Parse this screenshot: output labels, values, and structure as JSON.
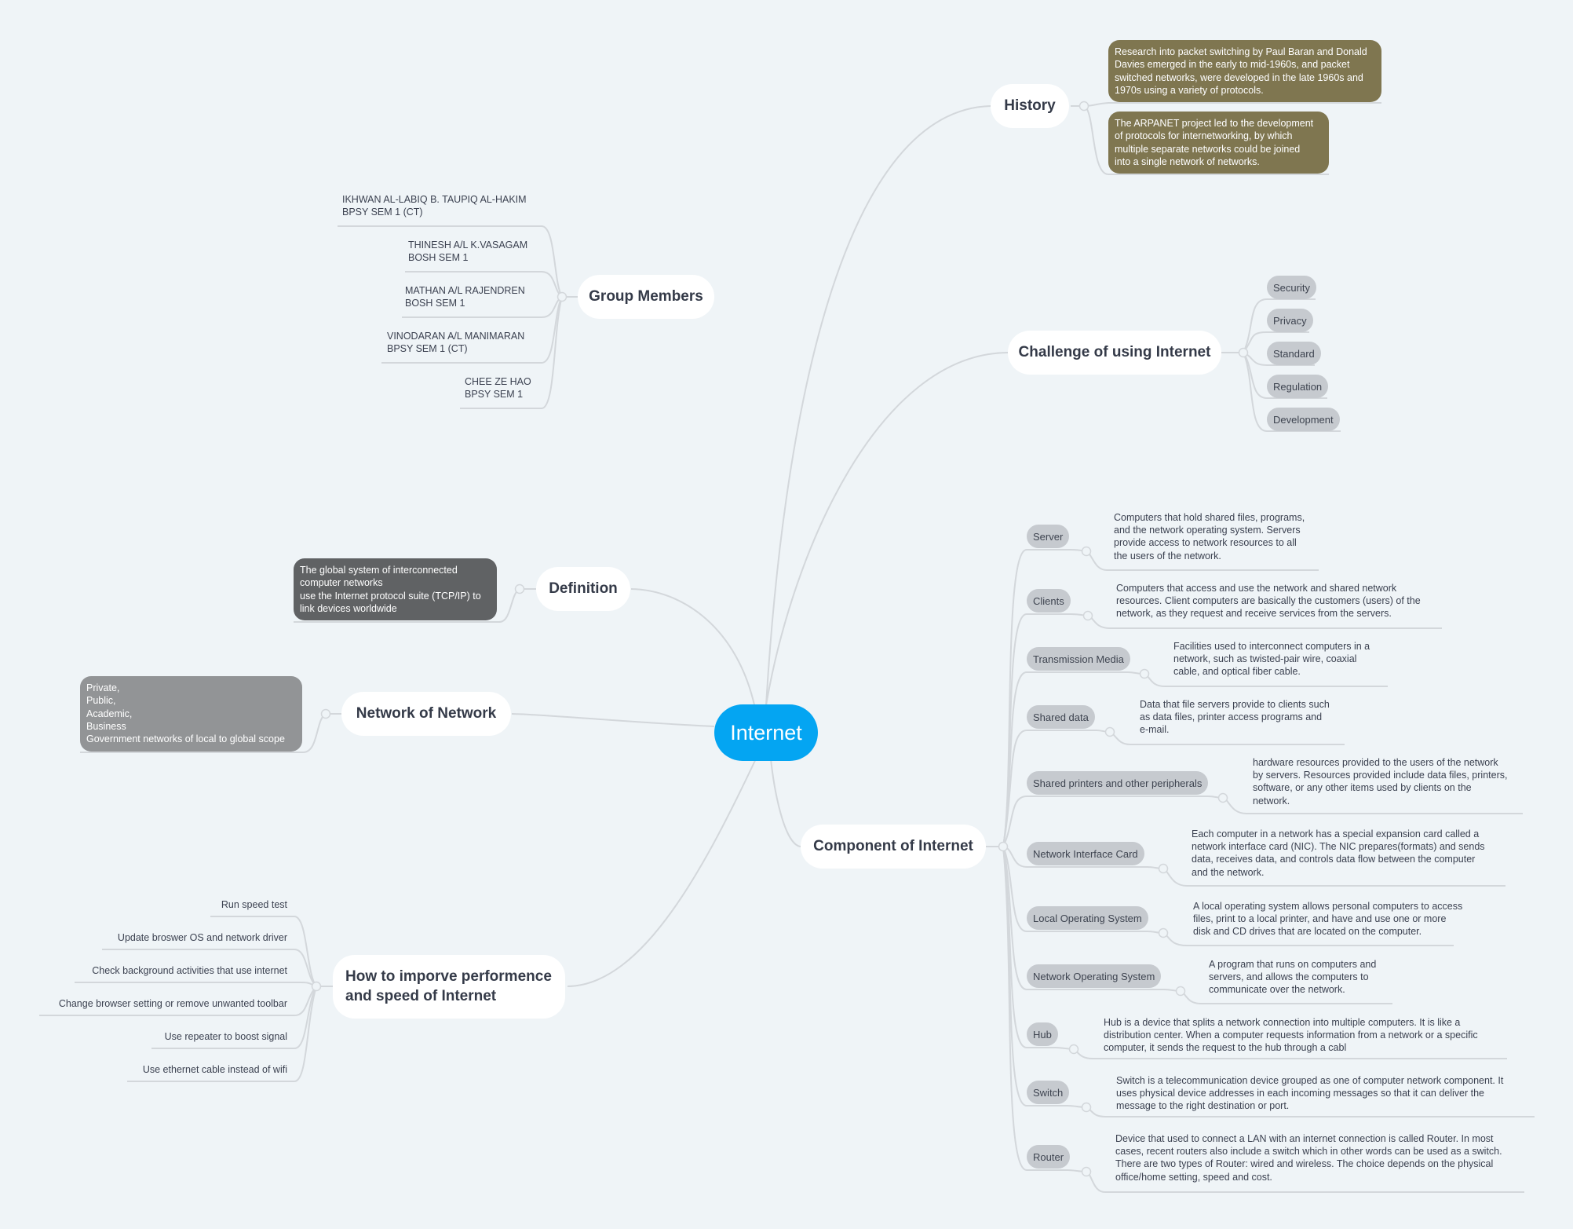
{
  "root": {
    "label": "Internet"
  },
  "history": {
    "label": "History",
    "items": [
      "Research into packet switching by Paul Baran and Donald\nDavies emerged in the early to mid-1960s, and packet\nswitched networks, were developed in the late 1960s and\n1970s using a variety of protocols.",
      "The ARPANET project led to the development\nof protocols for internetworking, by which\nmultiple separate networks could be joined\ninto a single network of networks."
    ]
  },
  "challenge": {
    "label": "Challenge of using Internet",
    "items": [
      "Security",
      "Privacy",
      "Standard",
      "Regulation",
      "Development"
    ]
  },
  "group": {
    "label": "Group Members",
    "members": [
      "IKHWAN AL-LABIQ B. TAUPIQ AL-HAKIM\nBPSY SEM 1 (CT)",
      "THINESH A/L K.VASAGAM\nBOSH SEM 1",
      "MATHAN A/L RAJENDREN\nBOSH SEM 1",
      "VINODARAN A/L MANIMARAN\nBPSY SEM 1 (CT)",
      "CHEE ZE HAO\nBPSY SEM 1"
    ]
  },
  "definition": {
    "label": "Definition",
    "text": "The global system of interconnected\ncomputer networks\nuse the Internet protocol suite (TCP/IP) to\nlink devices worldwide"
  },
  "network": {
    "label": "Network of Network",
    "text": "Private,\nPublic,\nAcademic,\nBusiness\nGovernment networks of local to global scope"
  },
  "improve": {
    "label": "How  to imporve performence\nand speed of Internet",
    "items": [
      "Run speed test",
      "Update broswer OS and network driver",
      "Check background activities that use internet",
      "Change browser setting or remove unwanted toolbar",
      "Use repeater to boost signal",
      "Use ethernet cable instead of wifi"
    ]
  },
  "component": {
    "label": "Component of Internet",
    "items": [
      {
        "name": "Server",
        "desc": "Computers that hold shared files, programs,\nand the network operating system. Servers\nprovide access to network resources to all\nthe users of the network."
      },
      {
        "name": "Clients",
        "desc": "Computers that access and use the network and shared network\nresources. Client computers are basically the customers (users) of the\nnetwork, as they request and receive services from the servers."
      },
      {
        "name": "Transmission Media",
        "desc": "Facilities used to interconnect computers in a\nnetwork, such as twisted-pair wire, coaxial\ncable, and optical fiber cable."
      },
      {
        "name": "Shared data",
        "desc": "Data that file servers provide to clients such\nas data files, printer access programs and\ne-mail."
      },
      {
        "name": "Shared printers and other peripherals",
        "desc": "hardware resources provided to the users of the network\nby servers. Resources provided include data files, printers,\nsoftware, or any other items used by clients on the\nnetwork."
      },
      {
        "name": "Network Interface Card",
        "desc": "Each computer in a network has a special expansion card called a\nnetwork interface card (NIC). The NIC prepares(formats) and sends\ndata, receives data, and controls data flow between the computer\nand the network."
      },
      {
        "name": "Local Operating System",
        "desc": "A local operating system allows personal computers to access\nfiles, print to a local printer, and have and use one or more\ndisk and CD drives that are located on the computer."
      },
      {
        "name": "Network Operating System",
        "desc": "A program that runs on computers and\nservers, and allows the computers to\ncommunicate over the network."
      },
      {
        "name": "Hub",
        "desc": "Hub is a device that splits a network connection into multiple computers. It is like a\ndistribution center. When a computer requests information from a network or a specific\ncomputer, it sends the request to the hub through a cabl"
      },
      {
        "name": "Switch",
        "desc": "Switch is a telecommunication device grouped as one of computer network component. It\nuses physical device addresses in each incoming messages so that it can deliver the\nmessage to the right destination or port."
      },
      {
        "name": "Router",
        "desc": "Device that used to connect a LAN with an internet connection is called Router. In most\ncases, recent routers also include a switch which in other words can be used as a switch.\nThere are two types of Router: wired and wireless. The choice depends on the physical\noffice/home setting, speed and cost."
      }
    ]
  },
  "colors": {
    "root": "#04a5f2",
    "history_box": "#7f7650",
    "definition_box": "#606264",
    "network_box": "#929496",
    "pill": "#c6cacf",
    "line": "#d3d7db"
  }
}
